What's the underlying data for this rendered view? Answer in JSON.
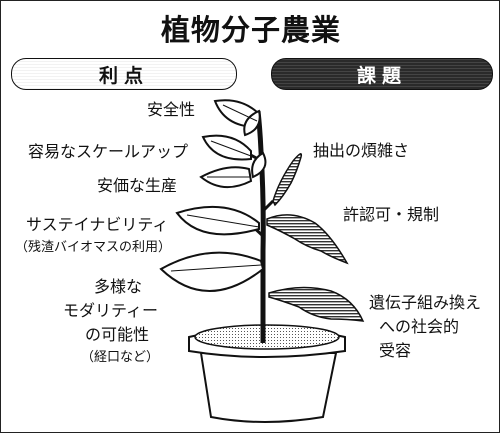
{
  "title": "植物分子農業",
  "pills": {
    "merits": "利点",
    "issues": "課題"
  },
  "merits": {
    "safety": "安全性",
    "scale_up": "容易なスケールアップ",
    "cheap_production": "安価な生産",
    "sustainability": "サステイナビリティ",
    "sustainability_note": "（残渣バイオマスの利用）",
    "modality_1": "多様な",
    "modality_2": "モダリティー",
    "modality_3": "の可能性",
    "modality_note": "（経口など）"
  },
  "issues": {
    "extraction": "抽出の煩雑さ",
    "approval": "許認可・規制",
    "acceptance_1": "遺伝子組み換え",
    "acceptance_2": "への社会的",
    "acceptance_3": "受容"
  }
}
